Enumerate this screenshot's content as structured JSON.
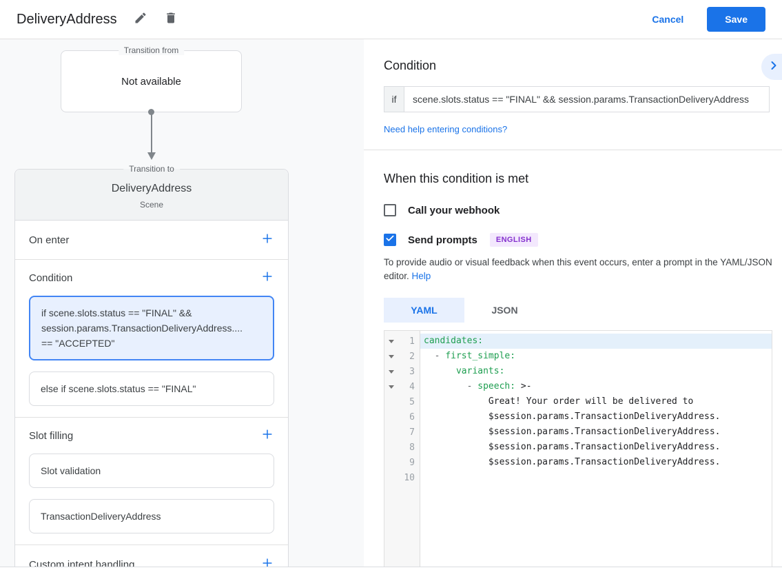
{
  "header": {
    "title": "DeliveryAddress",
    "cancel_label": "Cancel",
    "save_label": "Save"
  },
  "flow": {
    "transition_from": {
      "legend": "Transition from",
      "content": "Not available"
    },
    "transition_to": {
      "legend": "Transition to",
      "title": "DeliveryAddress",
      "subtitle": "Scene"
    },
    "on_enter": {
      "label": "On enter"
    },
    "condition": {
      "label": "Condition",
      "cards": [
        {
          "text": "if scene.slots.status == \"FINAL\" &&\nsession.params.TransactionDeliveryAddress....\n== \"ACCEPTED\"",
          "highlighted": true
        },
        {
          "text": "else if scene.slots.status == \"FINAL\"",
          "highlighted": false
        }
      ]
    },
    "slot_filling": {
      "label": "Slot filling",
      "cards": [
        {
          "text": "Slot validation"
        },
        {
          "text": "TransactionDeliveryAddress"
        }
      ]
    },
    "custom_intent": {
      "label": "Custom intent handling"
    }
  },
  "panel": {
    "condition_title": "Condition",
    "if_label": "if",
    "if_value": "scene.slots.status == \"FINAL\" && session.params.TransactionDeliveryAddress",
    "help_link": "Need help entering conditions?",
    "when_title": "When this condition is met",
    "webhook": {
      "label": "Call your webhook",
      "checked": false
    },
    "prompts": {
      "label": "Send prompts",
      "checked": true,
      "language_badge": "ENGLISH"
    },
    "feedback_text": "To provide audio or visual feedback when this event occurs, enter a prompt in the YAML/JSON editor.",
    "feedback_help_label": "Help"
  },
  "editor": {
    "tabs": [
      {
        "label": "YAML",
        "active": true
      },
      {
        "label": "JSON",
        "active": false
      }
    ],
    "colors": {
      "key": "#1e9e50",
      "plain": "#202124",
      "dash": "#5f6368",
      "active_line": "#e4f0fb"
    },
    "lines": [
      {
        "n": "1",
        "fold": true,
        "hl": true,
        "tokens": [
          [
            "k",
            "candidates:"
          ]
        ]
      },
      {
        "n": "2",
        "fold": true,
        "hl": false,
        "tokens": [
          [
            "p",
            "  "
          ],
          [
            "d",
            "- "
          ],
          [
            "k",
            "first_simple:"
          ]
        ]
      },
      {
        "n": "3",
        "fold": true,
        "hl": false,
        "tokens": [
          [
            "p",
            "      "
          ],
          [
            "k",
            "variants:"
          ]
        ]
      },
      {
        "n": "4",
        "fold": true,
        "hl": false,
        "tokens": [
          [
            "p",
            "        "
          ],
          [
            "d",
            "- "
          ],
          [
            "k",
            "speech:"
          ],
          [
            "p",
            " >-"
          ]
        ]
      },
      {
        "n": "5",
        "fold": false,
        "hl": false,
        "tokens": [
          [
            "p",
            "            Great! Your order will be delivered to"
          ]
        ]
      },
      {
        "n": "6",
        "fold": false,
        "hl": false,
        "tokens": [
          [
            "p",
            "            $session.params.TransactionDeliveryAddress."
          ]
        ]
      },
      {
        "n": "7",
        "fold": false,
        "hl": false,
        "tokens": [
          [
            "p",
            "            $session.params.TransactionDeliveryAddress."
          ]
        ]
      },
      {
        "n": "8",
        "fold": false,
        "hl": false,
        "tokens": [
          [
            "p",
            "            $session.params.TransactionDeliveryAddress."
          ]
        ]
      },
      {
        "n": "9",
        "fold": false,
        "hl": false,
        "tokens": [
          [
            "p",
            "            $session.params.TransactionDeliveryAddress."
          ]
        ]
      },
      {
        "n": "10",
        "fold": false,
        "hl": false,
        "tokens": []
      }
    ]
  }
}
